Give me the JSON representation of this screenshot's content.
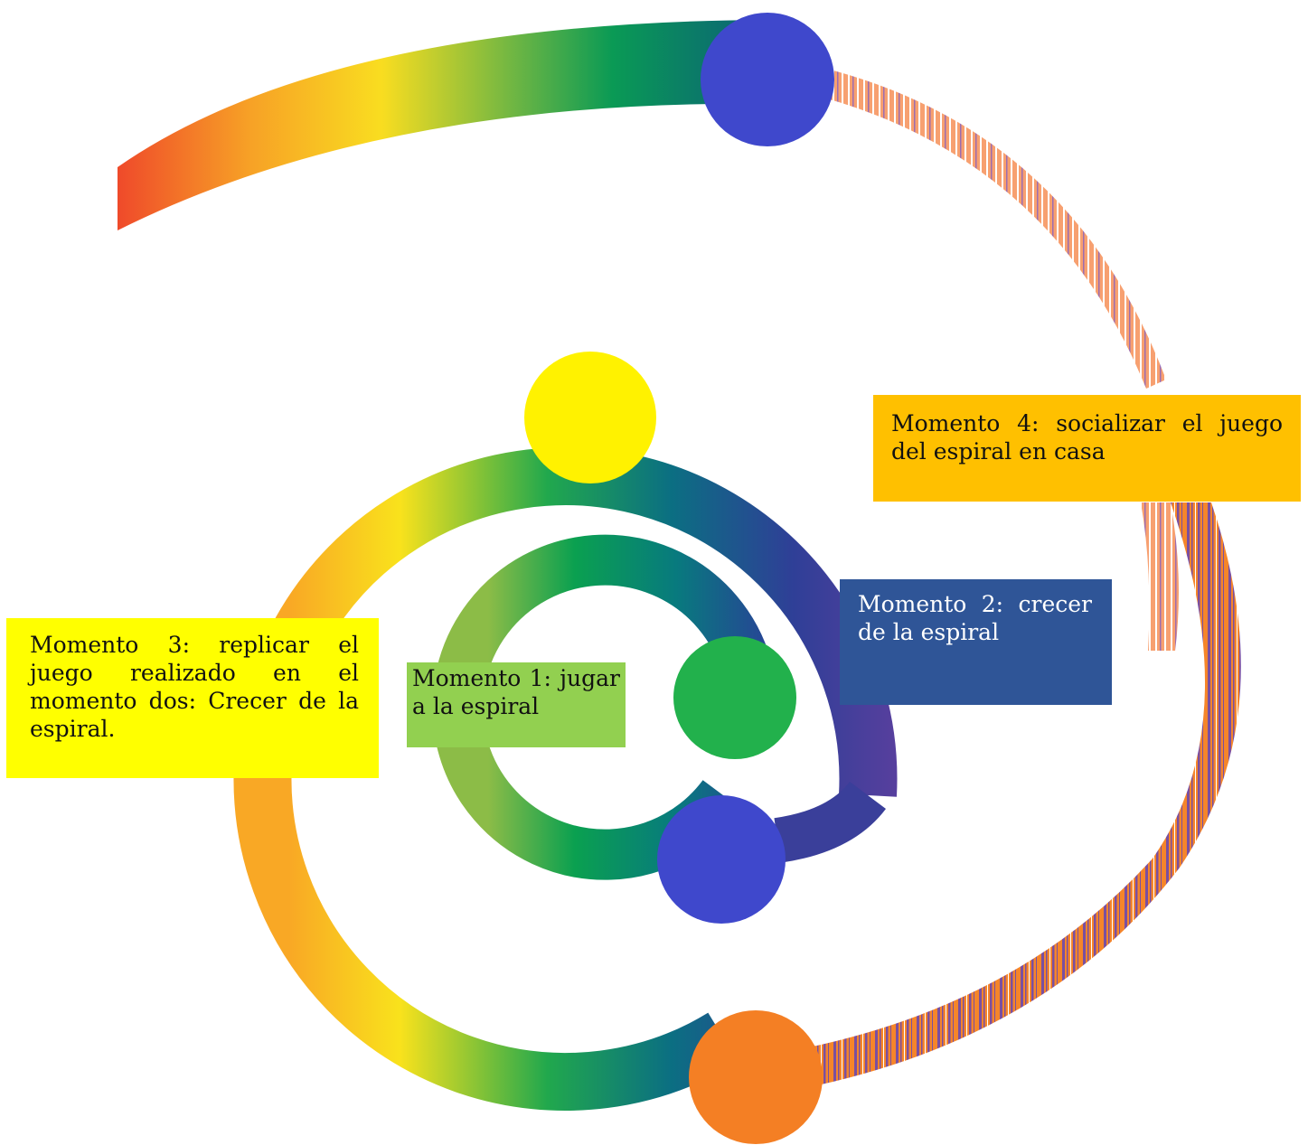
{
  "labels": {
    "m1": "Momento 1: jugar a la espiral",
    "m2": "Momento 2: crecer de la espiral",
    "m3": "Momento 3: replicar el juego realizado en el momento dos: Crecer de la espiral.",
    "m4": "Momento 4: socializar el juego del espiral en casa"
  },
  "colors": {
    "m1_box": "#92d050",
    "m2_box": "#2f5597",
    "m3_box": "#ffff00",
    "m4_box": "#ffc000",
    "node_blue": "#3f48cc",
    "node_green": "#22b14c",
    "node_yellow": "#fff200",
    "node_orange": "#f47f24",
    "stripe_purple": "#7a4fa0"
  }
}
